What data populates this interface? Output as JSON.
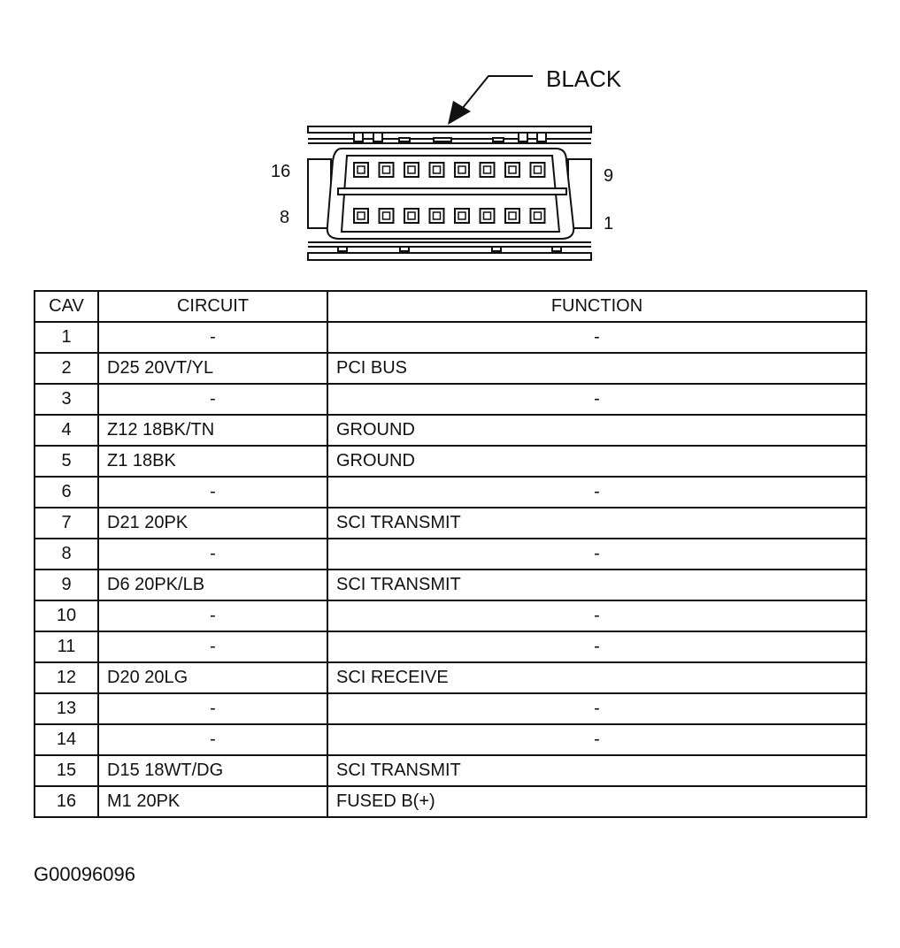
{
  "diagram": {
    "color_callout": "BLACK",
    "pin_labels": {
      "top_left": "16",
      "bottom_left": "8",
      "top_right": "9",
      "bottom_right": "1"
    }
  },
  "table": {
    "headers": {
      "cav": "CAV",
      "circuit": "CIRCUIT",
      "function": "FUNCTION"
    },
    "rows": [
      {
        "cav": "1",
        "circuit": "-",
        "function": "-"
      },
      {
        "cav": "2",
        "circuit": "D25 20VT/YL",
        "function": "PCI BUS"
      },
      {
        "cav": "3",
        "circuit": "-",
        "function": "-"
      },
      {
        "cav": "4",
        "circuit": "Z12 18BK/TN",
        "function": "GROUND"
      },
      {
        "cav": "5",
        "circuit": "Z1 18BK",
        "function": "GROUND"
      },
      {
        "cav": "6",
        "circuit": "-",
        "function": "-"
      },
      {
        "cav": "7",
        "circuit": "D21 20PK",
        "function": "SCI TRANSMIT"
      },
      {
        "cav": "8",
        "circuit": "-",
        "function": "-"
      },
      {
        "cav": "9",
        "circuit": "D6 20PK/LB",
        "function": "SCI TRANSMIT"
      },
      {
        "cav": "10",
        "circuit": "-",
        "function": "-"
      },
      {
        "cav": "11",
        "circuit": "-",
        "function": "-"
      },
      {
        "cav": "12",
        "circuit": "D20 20LG",
        "function": "SCI RECEIVE"
      },
      {
        "cav": "13",
        "circuit": "-",
        "function": "-"
      },
      {
        "cav": "14",
        "circuit": "-",
        "function": "-"
      },
      {
        "cav": "15",
        "circuit": "D15 18WT/DG",
        "function": "SCI TRANSMIT"
      },
      {
        "cav": "16",
        "circuit": "M1 20PK",
        "function": "FUSED B(+)"
      }
    ]
  },
  "figure_id": "G00096096"
}
